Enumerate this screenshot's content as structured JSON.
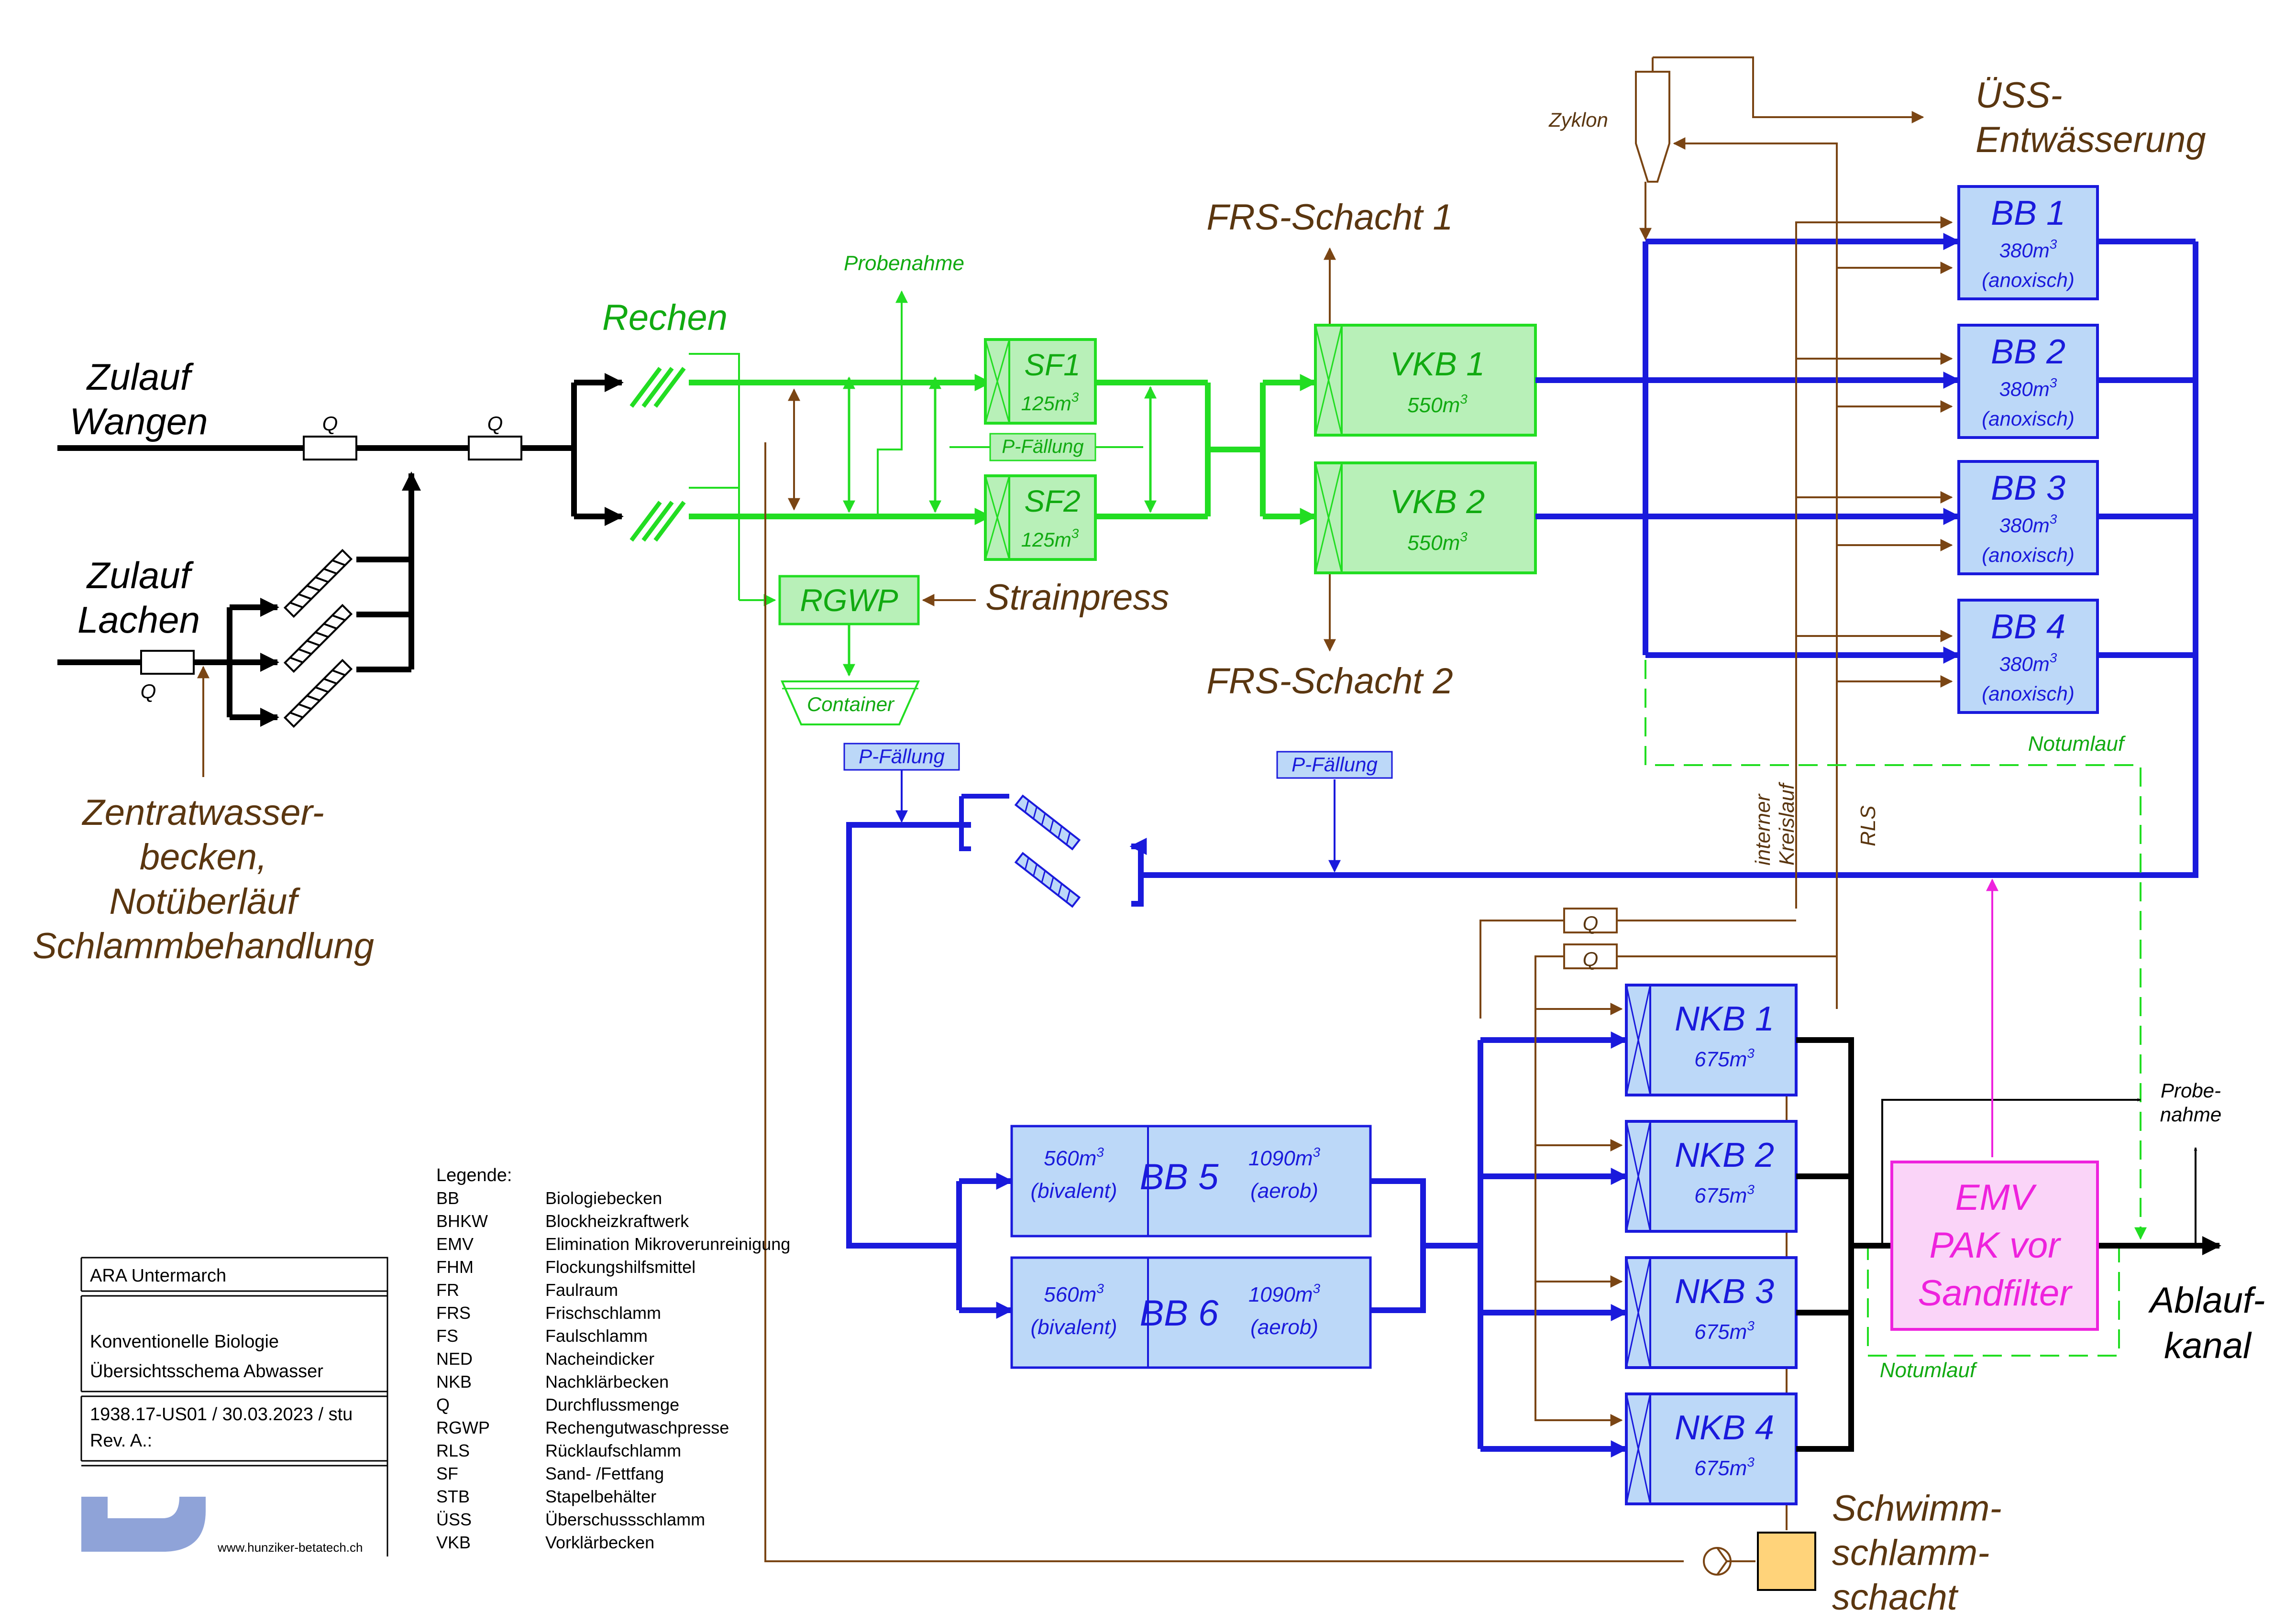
{
  "colors": {
    "black": "#000000",
    "green": "#22dd22",
    "green_fill": "#b8f0b8",
    "green_text": "#11aa11",
    "blue": "#1a1adc",
    "blue_fill": "#bcd8f8",
    "brown": "#7a4514",
    "magenta": "#ee22dd",
    "magenta_fill": "#fad4f8",
    "yellow_fill": "#ffd37a",
    "logo": "#8fa3d8"
  },
  "inlets": {
    "wangen": [
      "Zulauf",
      "Wangen"
    ],
    "lachen": [
      "Zulauf",
      "Lachen"
    ],
    "q": "Q",
    "zentrat": [
      "Zentratwasser-",
      "becken,",
      "Notüberläuf",
      "Schlammbehandlung"
    ]
  },
  "pretreatment": {
    "rechen": "Rechen",
    "probenahme": "Probenahme",
    "sf1": {
      "name": "SF1",
      "vol": "125m",
      "sup": "3"
    },
    "sf2": {
      "name": "SF2",
      "vol": "125m",
      "sup": "3"
    },
    "p_faellung": "P-Fällung",
    "rgwp": "RGWP",
    "strainpress": "Strainpress",
    "container": "Container"
  },
  "primary": {
    "frs1": "FRS-Schacht 1",
    "frs2": "FRS-Schacht 2",
    "vkb1": {
      "name": "VKB 1",
      "vol": "550m",
      "sup": "3"
    },
    "vkb2": {
      "name": "VKB 2",
      "vol": "550m",
      "sup": "3"
    }
  },
  "sludge": {
    "zyklon": "Zyklon",
    "uss": [
      "ÜSS-",
      "Entwässerung"
    ]
  },
  "biology": {
    "bb": [
      {
        "name": "BB 1",
        "vol": "380m",
        "sup": "3",
        "mode": "(anoxisch)"
      },
      {
        "name": "BB 2",
        "vol": "380m",
        "sup": "3",
        "mode": "(anoxisch)"
      },
      {
        "name": "BB 3",
        "vol": "380m",
        "sup": "3",
        "mode": "(anoxisch)"
      },
      {
        "name": "BB 4",
        "vol": "380m",
        "sup": "3",
        "mode": "(anoxisch)"
      }
    ],
    "bb5": {
      "name": "BB 5",
      "v1": "560m",
      "s1": "3",
      "m1": "(bivalent)",
      "v2": "1090m",
      "s2": "3",
      "m2": "(aerob)"
    },
    "bb6": {
      "name": "BB 6",
      "v1": "560m",
      "s1": "3",
      "m1": "(bivalent)",
      "v2": "1090m",
      "s2": "3",
      "m2": "(aerob)"
    },
    "notumlauf": "Notumlauf",
    "p_faellung": "P-Fällung",
    "interner": [
      "interner",
      "Kreislauf"
    ],
    "rls": "RLS"
  },
  "secondary": {
    "nkb": [
      {
        "name": "NKB 1",
        "vol": "675m",
        "sup": "3"
      },
      {
        "name": "NKB 2",
        "vol": "675m",
        "sup": "3"
      },
      {
        "name": "NKB 3",
        "vol": "675m",
        "sup": "3"
      },
      {
        "name": "NKB 4",
        "vol": "675m",
        "sup": "3"
      }
    ],
    "schwimm": [
      "Schwimm-",
      "schlamm-",
      "schacht"
    ]
  },
  "outlet": {
    "emv": [
      "EMV",
      "PAK vor",
      "Sandfilter"
    ],
    "probenahme": [
      "Probe-",
      "nahme"
    ],
    "ablauf": [
      "Ablauf-",
      "kanal"
    ],
    "notumlauf": "Notumlauf"
  },
  "titleblock": {
    "project": "ARA Untermarch",
    "desc1": "Konventionelle Biologie",
    "desc2": "Übersichtsschema Abwasser",
    "ref": "1938.17-US01 / 30.03.2023 / stu",
    "rev": "Rev. A.:",
    "website": "www.hunziker-betatech.ch"
  },
  "legend": {
    "title": "Legende:",
    "items": [
      {
        "abbr": "BB",
        "text": "Biologiebecken"
      },
      {
        "abbr": "BHKW",
        "text": "Blockheizkraftwerk"
      },
      {
        "abbr": "EMV",
        "text": "Elimination Mikroverunreinigung"
      },
      {
        "abbr": "FHM",
        "text": "Flockungshilfsmittel"
      },
      {
        "abbr": "FR",
        "text": "Faulraum"
      },
      {
        "abbr": "FRS",
        "text": "Frischschlamm"
      },
      {
        "abbr": "FS",
        "text": "Faulschlamm"
      },
      {
        "abbr": "NED",
        "text": "Nacheindicker"
      },
      {
        "abbr": "NKB",
        "text": "Nachklärbecken"
      },
      {
        "abbr": "Q",
        "text": "Durchflussmenge"
      },
      {
        "abbr": "RGWP",
        "text": "Rechengutwaschpresse"
      },
      {
        "abbr": "RLS",
        "text": "Rücklaufschlamm"
      },
      {
        "abbr": "SF",
        "text": "Sand- /Fettfang"
      },
      {
        "abbr": "STB",
        "text": "Stapelbehälter"
      },
      {
        "abbr": "ÜSS",
        "text": "Überschussschlamm"
      },
      {
        "abbr": "VKB",
        "text": "Vorklärbecken"
      }
    ]
  }
}
